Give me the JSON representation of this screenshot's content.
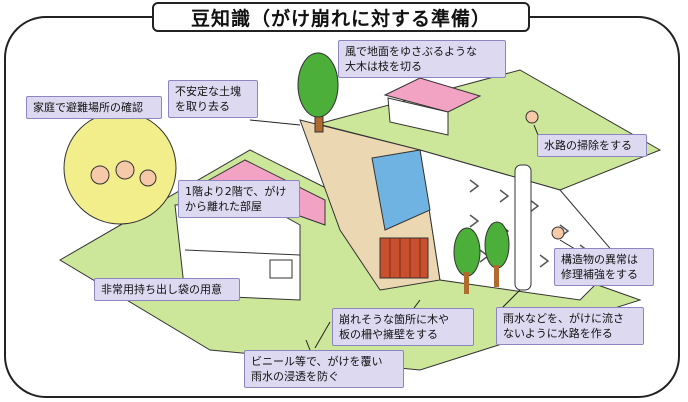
{
  "title": "豆知識（がけ崩れに対する準備）",
  "callouts": {
    "remove_soil": [
      "不安定な土塊",
      "を取り去る"
    ],
    "cut_branches": [
      "風で地面をゆさぶるような",
      "大木は枝を切る"
    ],
    "evacuation": [
      "家庭で避難場所の確認"
    ],
    "clean_drain": [
      "水路の掃除をする"
    ],
    "upstairs_room": [
      "1階より2階で、がけ",
      "から離れた部屋"
    ],
    "emergency_bag": [
      "非常用持ち出し袋の用意"
    ],
    "repair_structures": [
      "構造物の異常は",
      "修理補強をする"
    ],
    "rain_channel": [
      "雨水などを、がけに流さ",
      "ないように水路を作る"
    ],
    "plant_trees": [
      "崩れそうな箇所に木や",
      "板の柵や擁壁をする"
    ],
    "vinyl_cover": [
      "ビニール等で、がけを覆い",
      "雨水の浸透を防ぐ"
    ]
  },
  "colors": {
    "grass": "#cde79a",
    "slope": "#ecd7b3",
    "roof": "#f2a3c4",
    "vinyl": "#6fb3e2",
    "tree": "#4caf3a",
    "callout_bg": "#dcd9f0",
    "bubble": "#f3ee8c"
  }
}
